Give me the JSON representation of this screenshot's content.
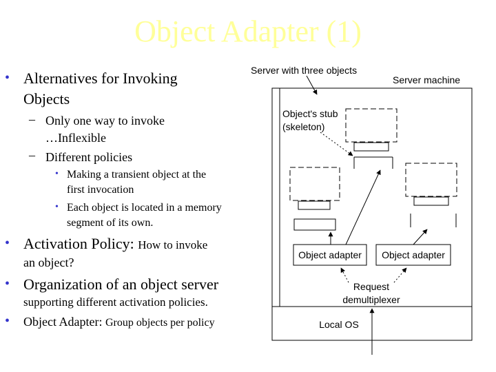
{
  "slide": {
    "title": "Object Adapter (1)"
  },
  "bullets": {
    "b1_line1": "Alternatives for Invoking",
    "b1_line2": "Objects",
    "b1_1_line1": "Only one way to invoke",
    "b1_1_line2": "…Inflexible",
    "b1_2": "Different policies",
    "b1_2_1_line1": "Making a transient object at the",
    "b1_2_1_line2": "first invocation",
    "b1_2_2_line1": "Each object is located in a memory",
    "b1_2_2_line2": "segment of its own.",
    "b2_main": "Activation Policy:",
    "b2_rest": "How to invoke",
    "b2_line2": "an object?",
    "b3_main": "Organization of an object server",
    "b3_line2": "supporting different activation policies.",
    "b4_main": "Object Adapter:",
    "b4_rest": "Group objects per policy"
  },
  "diagram": {
    "label_server_objects": "Server with three objects",
    "label_server_machine": "Server machine",
    "label_stub_line1": "Object's stub",
    "label_stub_line2": "(skeleton)",
    "adapter_left": "Object adapter",
    "adapter_right": "Object adapter",
    "demux_line1": "Request",
    "demux_line2": "demultiplexer",
    "local_os": "Local OS"
  }
}
